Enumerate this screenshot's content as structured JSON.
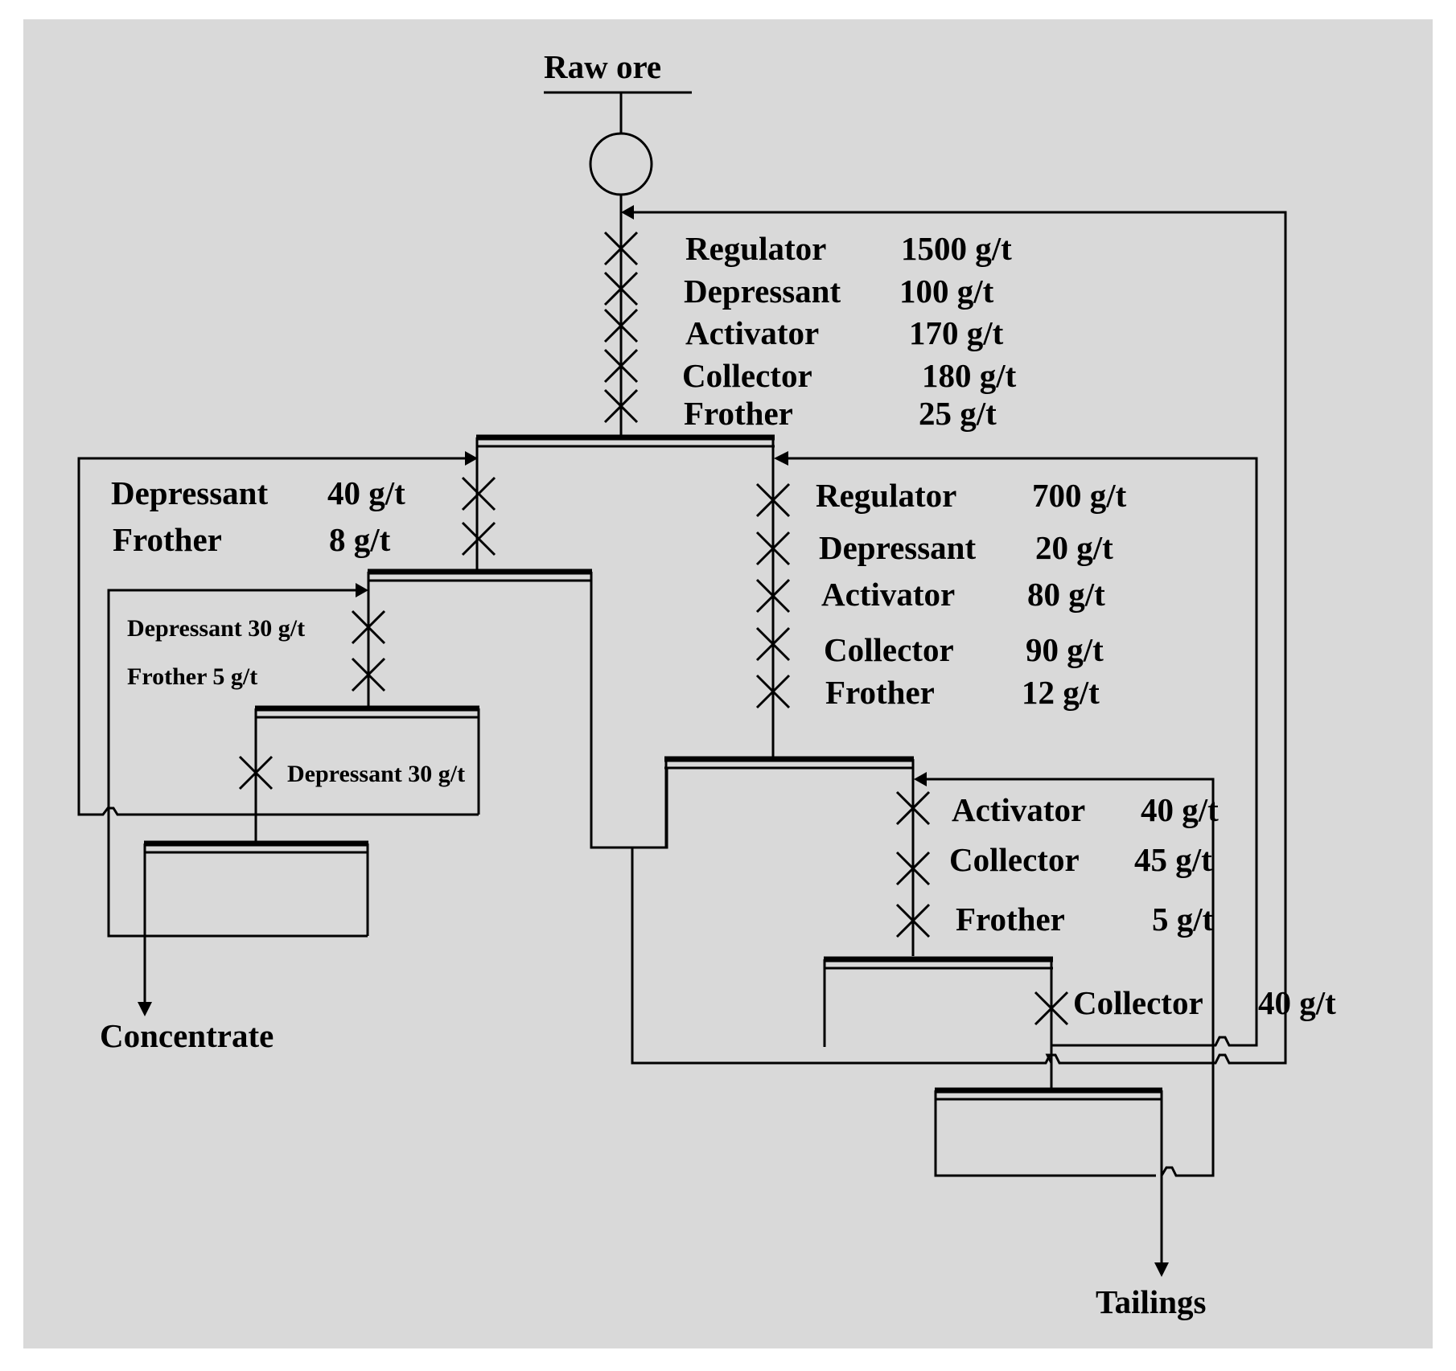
{
  "feed": {
    "label": "Raw ore"
  },
  "outputs": {
    "concentrate": "Concentrate",
    "tailings": "Tailings"
  },
  "rougher_reagents": [
    {
      "name": "Regulator",
      "dose": "1500 g/t"
    },
    {
      "name": "Depressant",
      "dose": "100 g/t"
    },
    {
      "name": "Activator",
      "dose": "170 g/t"
    },
    {
      "name": "Collector",
      "dose": "180 g/t"
    },
    {
      "name": "Frother",
      "dose": "25 g/t"
    }
  ],
  "cleaner1_reagents": [
    {
      "name": "Depressant",
      "dose": "40 g/t"
    },
    {
      "name": "Frother",
      "dose": "8 g/t"
    }
  ],
  "cleaner2_reagents": [
    {
      "label": "Depressant 30 g/t"
    },
    {
      "label": "Frother 5 g/t"
    }
  ],
  "cleaner3_reagents": [
    {
      "label": "Depressant 30 g/t"
    }
  ],
  "scavenger1_reagents": [
    {
      "name": "Regulator",
      "dose": "700 g/t"
    },
    {
      "name": "Depressant",
      "dose": "20 g/t"
    },
    {
      "name": "Activator",
      "dose": "80 g/t"
    },
    {
      "name": "Collector",
      "dose": "90 g/t"
    },
    {
      "name": "Frother",
      "dose": "12 g/t"
    }
  ],
  "scavenger2_reagents": [
    {
      "name": "Activator",
      "dose": "40 g/t"
    },
    {
      "name": "Collector",
      "dose": "45 g/t"
    },
    {
      "name": "Frother",
      "dose": "5 g/t"
    }
  ],
  "scavenger3_reagents": [
    {
      "name": "Collector",
      "dose": "40 g/t"
    }
  ]
}
